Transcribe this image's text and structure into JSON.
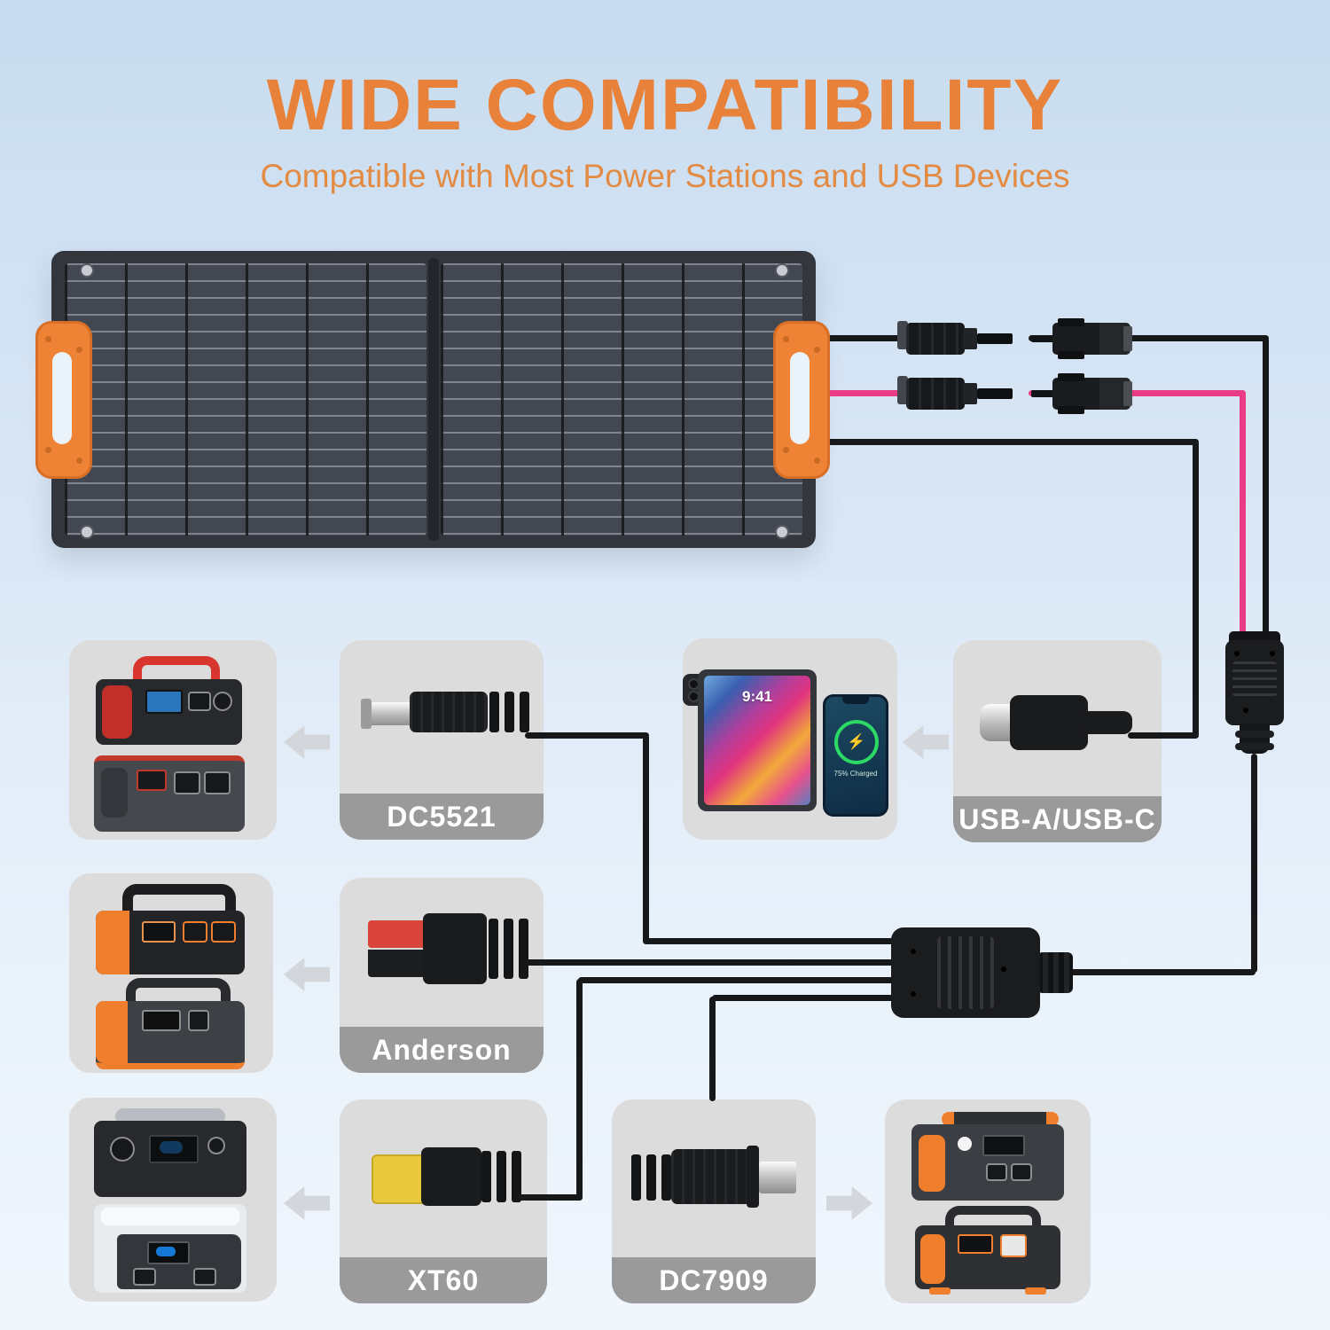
{
  "header": {
    "title": "WIDE COMPATIBILITY",
    "subtitle": "Compatible with Most Power Stations and USB Devices"
  },
  "colors": {
    "accent_orange": "#E8813A",
    "cable_black": "#17181A",
    "cable_pink": "#EA3C86",
    "box_bg": "#DCDCDC",
    "label_bg": "#9A9A9A",
    "panel_frame": "#33363D",
    "handle_orange": "#EE8336",
    "xt60_yellow": "#E8C83C",
    "anderson_red": "#D9453A"
  },
  "solar_panel": {
    "type": "foldable-solar-panel",
    "sections": 2
  },
  "connector_boxes": {
    "dc5521": {
      "label": "DC5521"
    },
    "usb": {
      "label": "USB-A/USB-C"
    },
    "anderson": {
      "label": "Anderson"
    },
    "xt60": {
      "label": "XT60"
    },
    "dc7909": {
      "label": "DC7909"
    }
  },
  "devices": {
    "tablet_time": "9:41",
    "phone_status": "75% Charged"
  },
  "icons": {
    "lightning": "⚡",
    "arrow_left": "left-arrow",
    "arrow_right": "right-arrow",
    "mc4_pair": "mc4-connector-pair",
    "mc4_to_dc_adapter": "mc4-to-dc-adapter",
    "four_way_splitter": "one-to-four-dc-splitter"
  }
}
